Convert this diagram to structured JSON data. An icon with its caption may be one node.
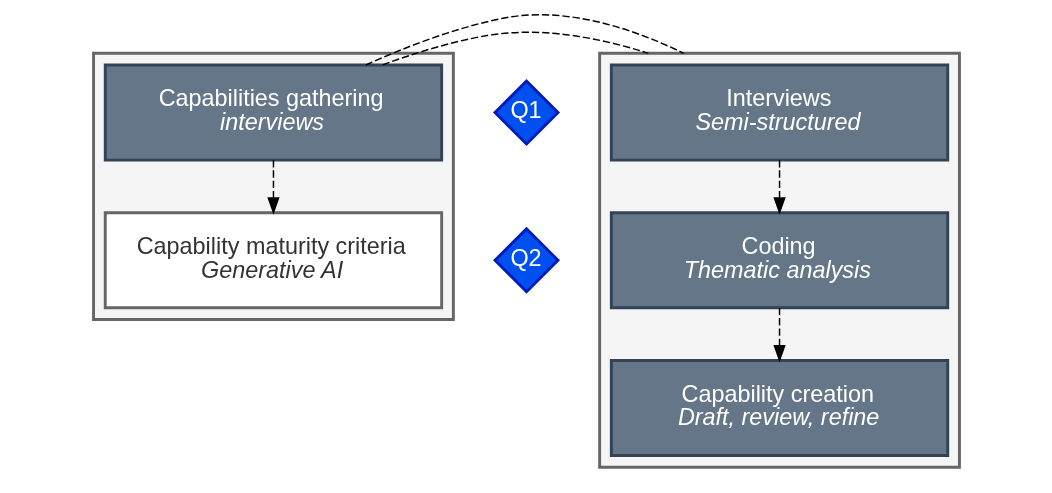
{
  "diagram": {
    "nodes": [
      {
        "text": [],
        "shape": "box"
      },
      {
        "text": [
          "Capabilities gathering",
          "interviews"
        ],
        "in": 0
      },
      {
        "text": [
          "Q1"
        ]
      },
      {
        "text": [
          "Capability maturity criteria",
          "Generative AI"
        ],
        "in": 0
      },
      {
        "text": [
          "Q2"
        ]
      },
      {
        "text": [],
        "shape": "box"
      },
      {
        "text": [
          "Interviews",
          "Semi-structured"
        ],
        "in": 5
      },
      {
        "text": [
          "Coding",
          "Thematic analysis"
        ],
        "in": 5
      },
      {
        "text": [
          "Capability creation",
          "Draft, review, refine"
        ],
        "in": 5
      }
    ],
    "edges": [
      {
        "from": 1,
        "to": 3,
        "arrow": "to",
        "style": "dashed"
      },
      {
        "from": 6,
        "to": 7,
        "arrow": "to",
        "style": "dashed"
      },
      {
        "from": 7,
        "to": 8,
        "arrow": "to",
        "style": "dashed"
      },
      {
        "from": 1,
        "to": 5,
        "arrow": "none",
        "style": "dashed"
      },
      {
        "from": 1,
        "to": 5,
        "arrow": "none",
        "style": "dashed"
      }
    ]
  }
}
